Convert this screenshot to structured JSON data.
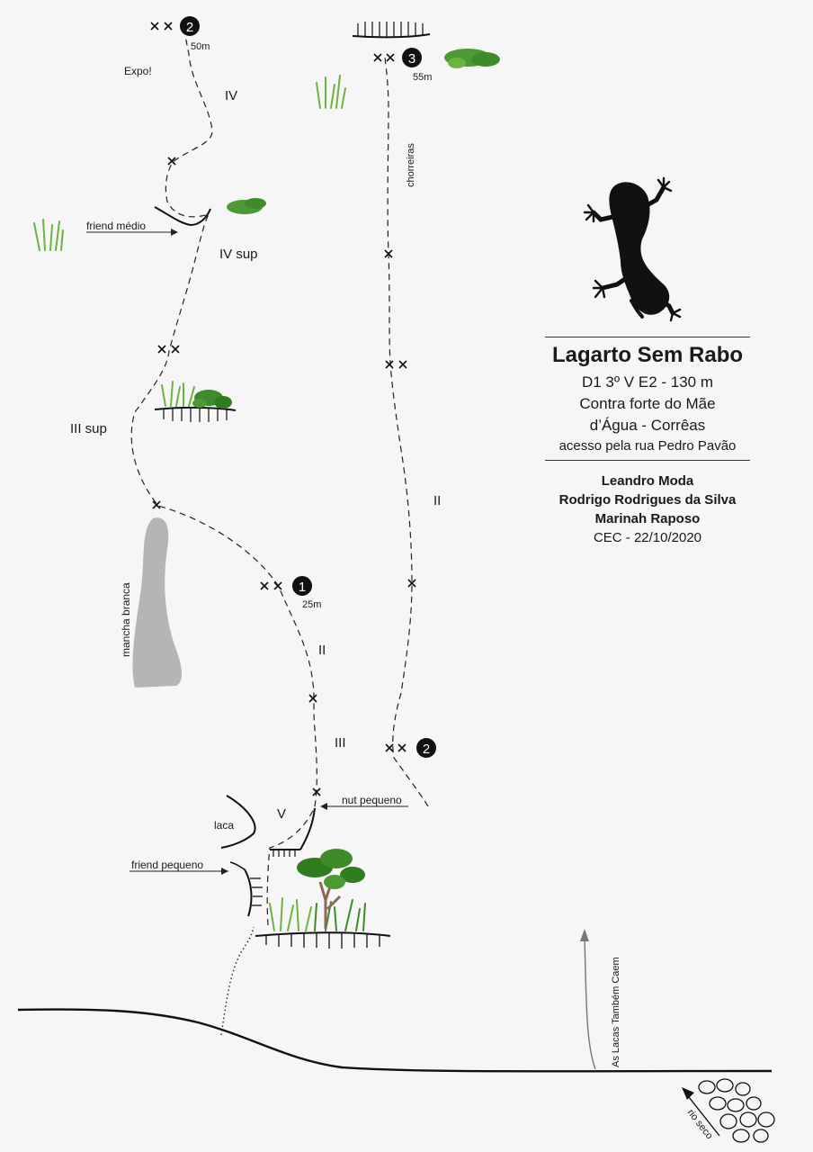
{
  "route": {
    "title": "Lagarto Sem Rabo",
    "grade": "D1 3º V E2 - 130 m",
    "location_line1": "Contra forte do Mãe",
    "location_line2": "d’Água - Corrêas",
    "access": "acesso pela rua Pedro Pavão",
    "authors": [
      "Leandro Moda",
      "Rodrigo Rodrigues da Silva",
      "Marinah Raposo"
    ],
    "club_date": "CEC - 22/10/2020"
  },
  "left_line": {
    "belays": [
      {
        "number": "1",
        "height": "25m"
      },
      {
        "number": "2",
        "height": "50m"
      }
    ],
    "grades": [
      "V",
      "III",
      "II",
      "III sup",
      "IV sup",
      "IV"
    ],
    "notes": {
      "expo": "Expo!",
      "friend_medio": "friend médio",
      "friend_pequeno": "friend pequeno",
      "nut_pequeno": "nut pequeno",
      "laca": "laca",
      "mancha_branca": "mancha branca"
    }
  },
  "right_line": {
    "belays": [
      {
        "number": "2",
        "height": ""
      },
      {
        "number": "3",
        "height": "55m"
      }
    ],
    "grades": [
      "II"
    ],
    "notes": {
      "chorreiras": "chorreiras"
    }
  },
  "ground": {
    "as_lacas": "As Lacas Também Caem",
    "rio_seco": "rio seco"
  },
  "colors": {
    "ink": "#1a1a1a",
    "lizard": "#111111",
    "mancha": "#b5b5b5",
    "foliage": "#3f8a2a",
    "foliage_light": "#6db33f",
    "background": "#f6f6f6"
  },
  "icons": [
    "lizard-icon",
    "tree-icon",
    "grass-icon",
    "moss-icon",
    "bolt-marker-icon",
    "belay-badge-icon"
  ]
}
